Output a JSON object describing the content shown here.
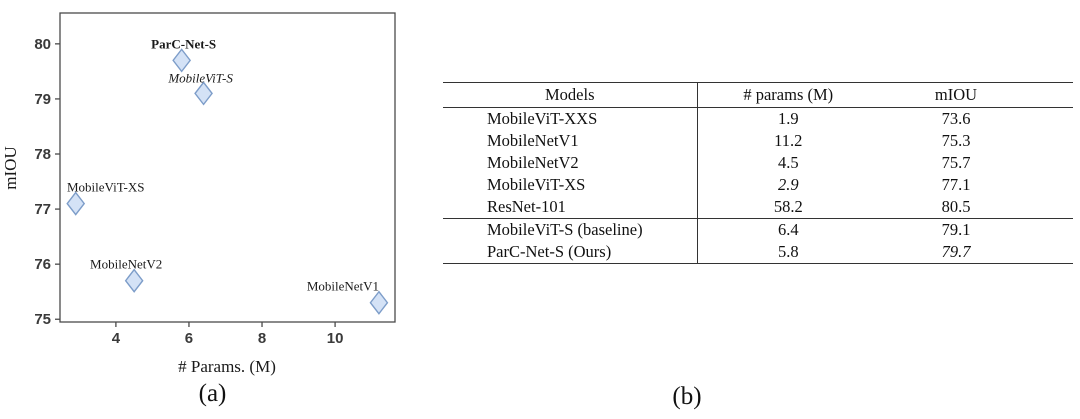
{
  "figure": {
    "caption_a": "(a)",
    "caption_b": "(b)"
  },
  "chart_data": {
    "type": "scatter",
    "title": "",
    "xlabel": "# Params. (M)",
    "ylabel": "mIOU",
    "xlim": [
      2.47,
      11.64
    ],
    "ylim": [
      74.95,
      80.56
    ],
    "xticks": [
      4,
      6,
      8,
      10
    ],
    "yticks": [
      75,
      76,
      77,
      78,
      79,
      80
    ],
    "grid": "off",
    "legend": "none",
    "marker": {
      "shape": "diamond",
      "fill": "#d4e2f6",
      "stroke": "#7d9dc9"
    },
    "points": [
      {
        "label": "ParC-Net-S",
        "x": 5.8,
        "y": 79.7,
        "label_style": "bold"
      },
      {
        "label": "MobileViT-S",
        "x": 6.4,
        "y": 79.1,
        "label_style": "italic"
      },
      {
        "label": "MobileViT-XS",
        "x": 2.9,
        "y": 77.1,
        "label_style": "normal"
      },
      {
        "label": "MobileNetV2",
        "x": 4.5,
        "y": 75.7,
        "label_style": "normal"
      },
      {
        "label": "MobileNetV1",
        "x": 11.2,
        "y": 75.3,
        "label_style": "normal"
      }
    ]
  },
  "table": {
    "headers": [
      "Models",
      "# params (M)",
      "mIOU"
    ],
    "group_separator_after_row": 5,
    "rows": [
      {
        "model": "MobileViT-XXS",
        "params": "1.9",
        "params_style": "bold",
        "miou": "73.6",
        "miou_style": "normal"
      },
      {
        "model": "MobileNetV1",
        "params": "11.2",
        "params_style": "normal",
        "miou": "75.3",
        "miou_style": "normal"
      },
      {
        "model": "MobileNetV2",
        "params": "4.5",
        "params_style": "normal",
        "miou": "75.7",
        "miou_style": "normal"
      },
      {
        "model": "MobileViT-XS",
        "params": "2.9",
        "params_style": "italic",
        "miou": "77.1",
        "miou_style": "normal"
      },
      {
        "model": "ResNet-101",
        "params": "58.2",
        "params_style": "normal",
        "miou": "80.5",
        "miou_style": "bold"
      },
      {
        "model": "MobileViT-S (baseline)",
        "params": "6.4",
        "params_style": "normal",
        "miou": "79.1",
        "miou_style": "normal"
      },
      {
        "model": "ParC-Net-S (Ours)",
        "params": "5.8",
        "params_style": "normal",
        "miou": "79.7",
        "miou_style": "italic"
      }
    ]
  }
}
